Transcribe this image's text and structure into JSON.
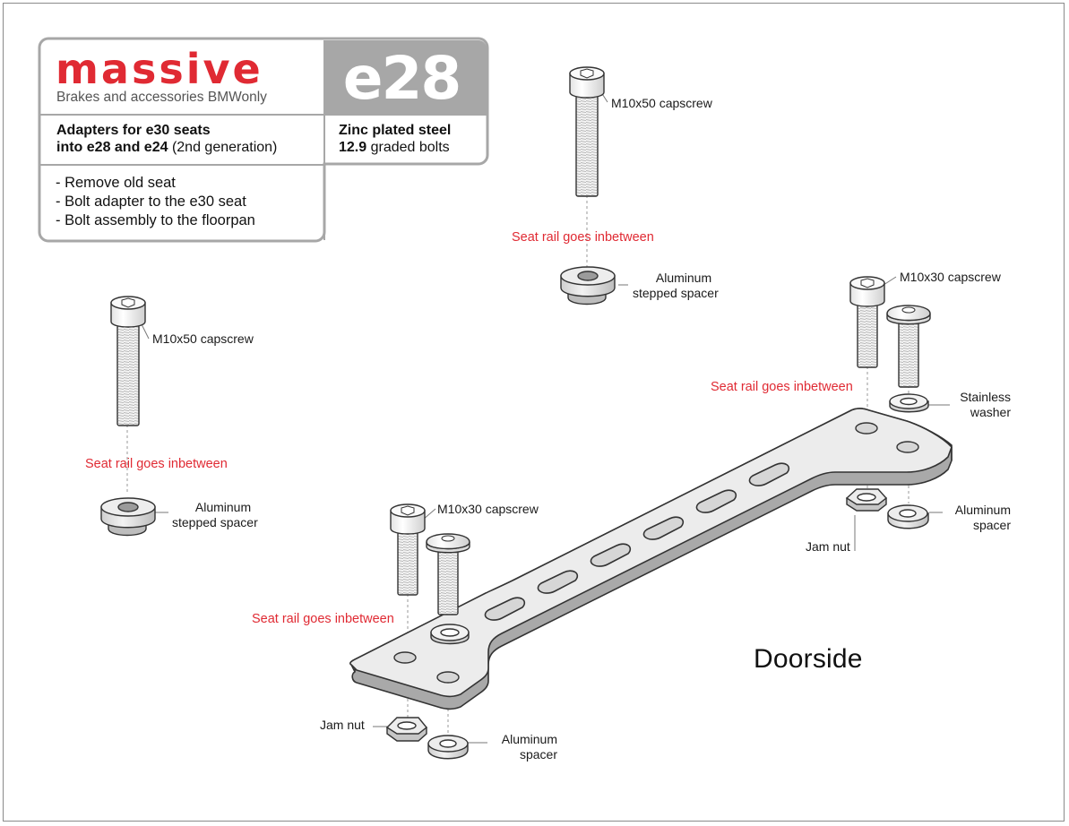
{
  "brand": {
    "logo": "massive",
    "tagline": "Brakes and accessories",
    "tagline_suffix": "BMWonly",
    "model": "e28",
    "color_red": "#e02a33",
    "color_grey": "#a7a7a7"
  },
  "info": {
    "title_bold_1": "Adapters for e30 seats",
    "title_bold_2": "into e28 and e24",
    "title_normal_2": "(2nd generation)",
    "material_1": "Zinc plated steel",
    "material_2_bold": "12.9",
    "material_2": "graded bolts",
    "steps": [
      "- Remove old seat",
      "- Bolt adapter to the e30 seat",
      "- Bolt assembly to the floorpan"
    ]
  },
  "labels": {
    "capscrew_50": "M10x50 capscrew",
    "capscrew_30": "M10x30 capscrew",
    "seat_rail": "Seat rail goes inbetween",
    "stepped_spacer_1": "Aluminum",
    "stepped_spacer_2": "stepped spacer",
    "stainless_1": "Stainless",
    "stainless_2": "washer",
    "spacer_1": "Aluminum",
    "spacer_2": "spacer",
    "jam_nut": "Jam nut",
    "doorside": "Doorside"
  }
}
